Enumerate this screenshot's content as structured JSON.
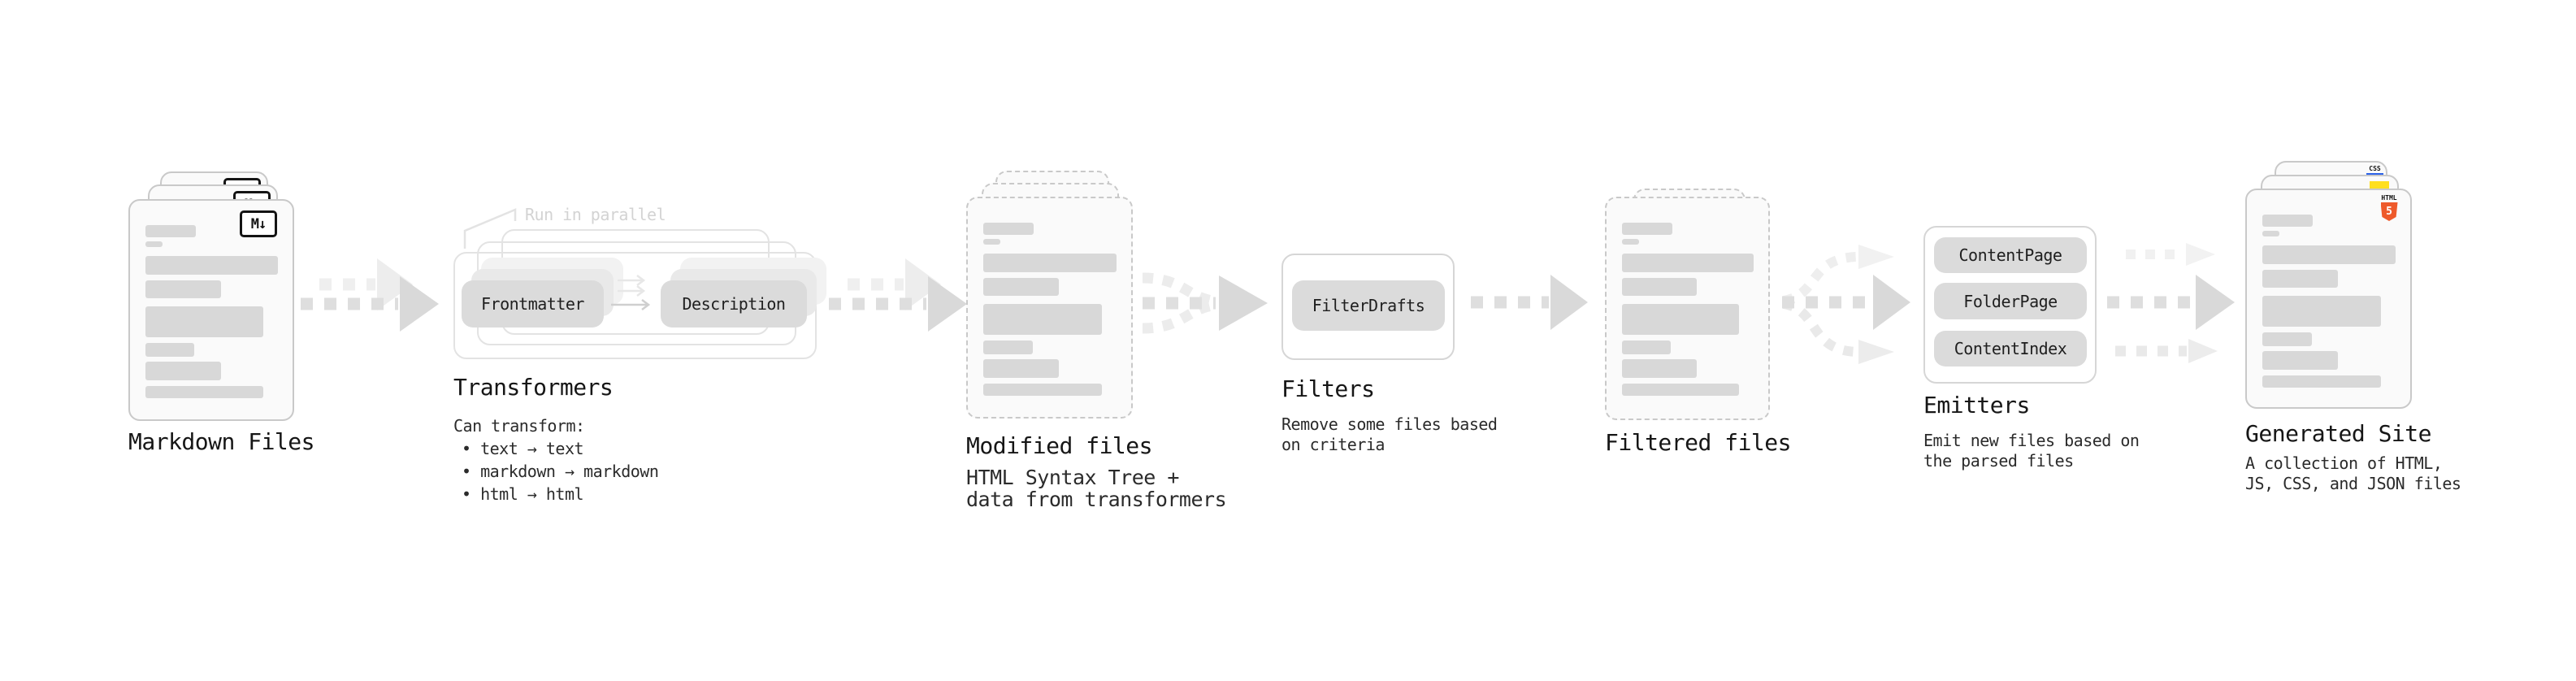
{
  "nodes": {
    "markdown_files": {
      "label": "Markdown Files",
      "badge": "M↓"
    },
    "transformers": {
      "label": "Transformers",
      "callout": "Run in parallel",
      "plugins": [
        "Frontmatter",
        "Description"
      ],
      "caption_intro": "Can transform:",
      "bullets": [
        "• text → text",
        "• markdown → markdown",
        "• html → html"
      ]
    },
    "modified_files": {
      "label": "Modified files",
      "caption": [
        "HTML Syntax Tree +",
        "data from transformers"
      ]
    },
    "filters": {
      "label": "Filters",
      "plugins": [
        "FilterDrafts"
      ],
      "caption": [
        "Remove some files based",
        "on criteria"
      ]
    },
    "filtered_files": {
      "label": "Filtered files"
    },
    "emitters": {
      "label": "Emitters",
      "plugins": [
        "ContentPage",
        "FolderPage",
        "ContentIndex"
      ],
      "caption": [
        "Emit new files based on",
        "the parsed files"
      ]
    },
    "generated_site": {
      "label": "Generated Site",
      "caption": [
        "A collection of HTML,",
        "JS, CSS, and JSON files"
      ],
      "file_icons": {
        "html5_label": "HTML",
        "html5_digit": "5",
        "css_label": "CSS"
      }
    }
  },
  "colors": {
    "html5_orange": "#ee5a2b",
    "js_yellow": "#ffdf1e",
    "css_blue": "#2b62e8",
    "arrow_dark": "#dedede",
    "arrow_light": "#efefef",
    "pill_gray": "#dbdbdb",
    "card_border": "#c9c9c9"
  }
}
